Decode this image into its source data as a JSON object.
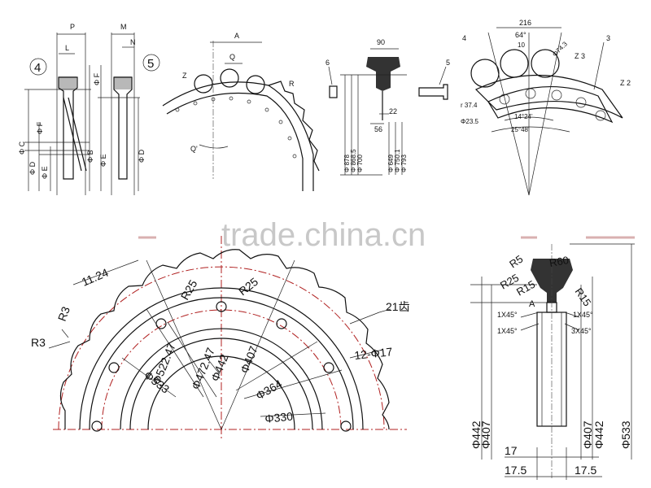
{
  "watermark": "trade.china.cn",
  "top_left": {
    "view4": "4",
    "view5": "5",
    "P": "P",
    "L": "L",
    "M": "M",
    "N": "N",
    "phiF_a": "Φ F",
    "phiF_b": "Φ F",
    "phiC": "Φ C",
    "phiD_a": "Φ D",
    "phiE_a": "Φ E",
    "phiB": "Φ B",
    "phiE_b": "Φ E",
    "phiD_b": "Φ D"
  },
  "top_mid": {
    "A": "A",
    "Q": "Q",
    "Z": "Z",
    "R": "R",
    "Qp": "Q'"
  },
  "top_midright": {
    "w90": "90",
    "label6": "6",
    "label5": "5",
    "d22": "22",
    "d56": "56",
    "p878": "Φ 878",
    "p868": "Φ 868.5",
    "p700": "Φ 700",
    "p649": "Φ 649",
    "p750": "Φ 750.1",
    "p793": "Φ 793"
  },
  "top_right": {
    "d216": "216",
    "a64": "64°",
    "l4": "4",
    "l3": "3",
    "d10": "10",
    "phi74": "Φ74.3",
    "z3": "Z 3",
    "z2": "Z 2",
    "r374": "r 37.4",
    "phi235": "Φ23.5",
    "a1424": "14°24'",
    "a2548": "25°48'"
  },
  "main_gear": {
    "dim1124": "11.24",
    "R3a": "R3",
    "R3b": "R3",
    "R25a": "R25",
    "R25b": "R25",
    "teeth": "21齿",
    "d52247": "Φ522.47",
    "d47247": "Φ472.47",
    "d442": "Φ442",
    "d407": "Φ407",
    "d364": "Φ364",
    "d533": "Φ533",
    "d330": "Φ330",
    "holes": "12-Φ17"
  },
  "section": {
    "R5": "R5",
    "R60": "R60",
    "R25": "R25",
    "R15a": "R15",
    "R15b": "R15",
    "A": "A",
    "c1": "1X45°",
    "c2": "1X45°",
    "c3": "1X45°",
    "c4": "3X45°",
    "L442": "Φ442",
    "L407": "Φ407",
    "R407": "Φ407",
    "R442": "Φ442",
    "R533": "Φ533",
    "w17": "17",
    "w175a": "17.5",
    "w175b": "17.5"
  }
}
